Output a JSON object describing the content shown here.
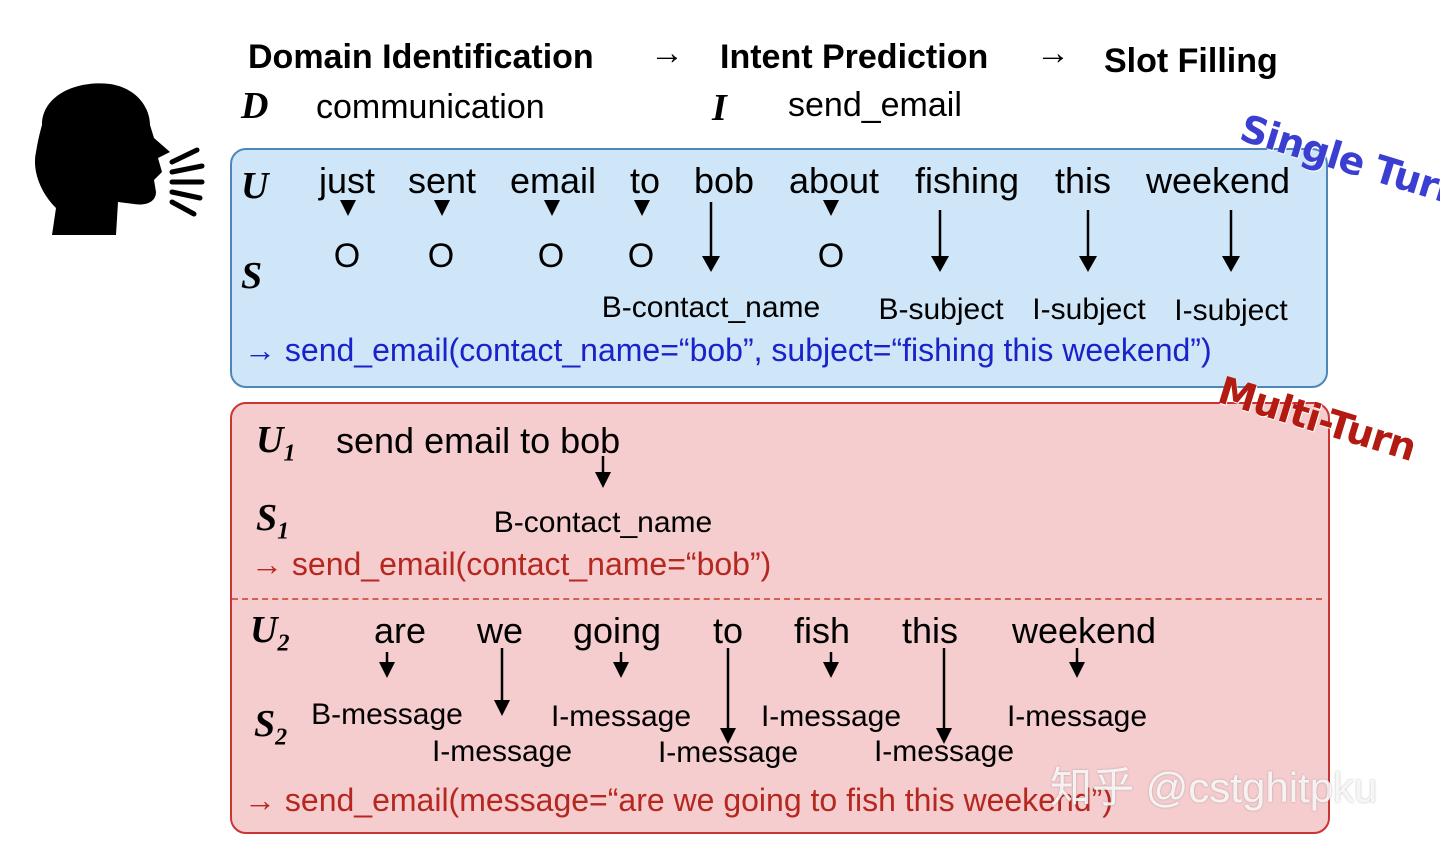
{
  "header": {
    "step1": "Domain Identification",
    "step2": "Intent Prediction",
    "step3": "Slot Filling",
    "arrow": "→"
  },
  "domain": {
    "letter": "D",
    "value": "communication"
  },
  "intent": {
    "letter": "I",
    "value": "send_email"
  },
  "single_turn": {
    "tag": "Single Turn",
    "u_letter": "U",
    "s_letter": "S",
    "words": [
      "just",
      "sent",
      "email",
      "to",
      "bob",
      "about",
      "fishing",
      "this",
      "weekend"
    ],
    "o_label": "O",
    "slots": [
      "B-contact_name",
      "B-subject",
      "I-subject",
      "I-subject"
    ],
    "result": "→ send_email(contact_name=“bob”, subject=“fishing this weekend”)"
  },
  "multi_turn": {
    "tag": "Multi-Turn",
    "turn1": {
      "u_letter": "U",
      "u_sub": "1",
      "s_letter": "S",
      "s_sub": "1",
      "utterance": "send email to bob",
      "slot": "B-contact_name",
      "result": "→ send_email(contact_name=“bob”)"
    },
    "turn2": {
      "u_letter": "U",
      "u_sub": "2",
      "s_letter": "S",
      "s_sub": "2",
      "words": [
        "are",
        "we",
        "going",
        "to",
        "fish",
        "this",
        "weekend"
      ],
      "slots": [
        "B-message",
        "I-message",
        "I-message",
        "I-message",
        "I-message",
        "I-message",
        "I-message"
      ],
      "result": "→ send_email(message=“are we going to fish this weekend”)"
    }
  },
  "watermark": "知乎 @cstghitpku",
  "colors": {
    "single_fill": "#cfe6f8",
    "single_border": "#4e86b8",
    "multi_fill": "#f6cdcf",
    "multi_border": "#c93533",
    "result_blue": "#1a22c9",
    "result_red": "#b42820"
  },
  "icons": {
    "speaker": "speaking-head-icon"
  }
}
